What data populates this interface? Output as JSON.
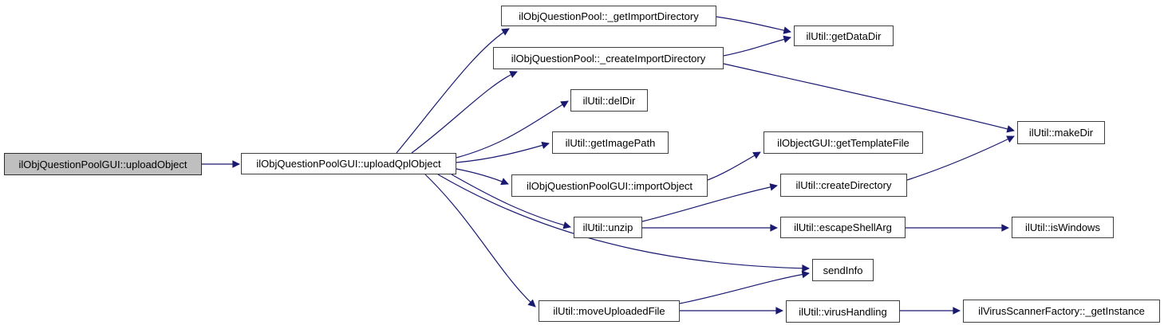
{
  "diagram": {
    "kind": "doxygen-call-graph",
    "colors": {
      "edge": "#191970",
      "node_border": "#404040",
      "node_fill": "#ffffff",
      "highlighted_node_fill": "#bfbfbf",
      "text": "#000000",
      "background": "#ffffff"
    },
    "nodes": {
      "uploadObject": {
        "label": "ilObjQuestionPoolGUI::uploadObject",
        "highlighted": true
      },
      "uploadQplObject": {
        "label": "ilObjQuestionPoolGUI::uploadQplObject"
      },
      "getImportDirectory": {
        "label": "ilObjQuestionPool::_getImportDirectory"
      },
      "getDataDir": {
        "label": "ilUtil::getDataDir"
      },
      "createImportDirectory": {
        "label": "ilObjQuestionPool::_createImportDirectory"
      },
      "delDir": {
        "label": "ilUtil::delDir"
      },
      "getImagePath": {
        "label": "ilUtil::getImagePath"
      },
      "getTemplateFile": {
        "label": "ilObjectGUI::getTemplateFile"
      },
      "makeDir": {
        "label": "ilUtil::makeDir"
      },
      "importObject": {
        "label": "ilObjQuestionPoolGUI::importObject"
      },
      "createDirectory": {
        "label": "ilUtil::createDirectory"
      },
      "unzip": {
        "label": "ilUtil::unzip"
      },
      "escapeShellArg": {
        "label": "ilUtil::escapeShellArg"
      },
      "isWindows": {
        "label": "ilUtil::isWindows"
      },
      "sendInfo": {
        "label": "sendInfo"
      },
      "moveUploadedFile": {
        "label": "ilUtil::moveUploadedFile"
      },
      "virusHandling": {
        "label": "ilUtil::virusHandling"
      },
      "getInstance": {
        "label": "ilVirusScannerFactory::_getInstance"
      }
    },
    "edges": [
      {
        "from": "uploadObject",
        "to": "uploadQplObject"
      },
      {
        "from": "uploadQplObject",
        "to": "getImportDirectory"
      },
      {
        "from": "uploadQplObject",
        "to": "createImportDirectory"
      },
      {
        "from": "uploadQplObject",
        "to": "delDir"
      },
      {
        "from": "uploadQplObject",
        "to": "getImagePath"
      },
      {
        "from": "uploadQplObject",
        "to": "importObject"
      },
      {
        "from": "uploadQplObject",
        "to": "unzip"
      },
      {
        "from": "uploadQplObject",
        "to": "sendInfo"
      },
      {
        "from": "uploadQplObject",
        "to": "moveUploadedFile"
      },
      {
        "from": "getImportDirectory",
        "to": "getDataDir"
      },
      {
        "from": "createImportDirectory",
        "to": "getDataDir"
      },
      {
        "from": "createImportDirectory",
        "to": "makeDir"
      },
      {
        "from": "importObject",
        "to": "getTemplateFile"
      },
      {
        "from": "unzip",
        "to": "createDirectory"
      },
      {
        "from": "unzip",
        "to": "escapeShellArg"
      },
      {
        "from": "createDirectory",
        "to": "makeDir"
      },
      {
        "from": "escapeShellArg",
        "to": "isWindows"
      },
      {
        "from": "moveUploadedFile",
        "to": "sendInfo"
      },
      {
        "from": "moveUploadedFile",
        "to": "virusHandling"
      },
      {
        "from": "virusHandling",
        "to": "getInstance"
      }
    ]
  }
}
